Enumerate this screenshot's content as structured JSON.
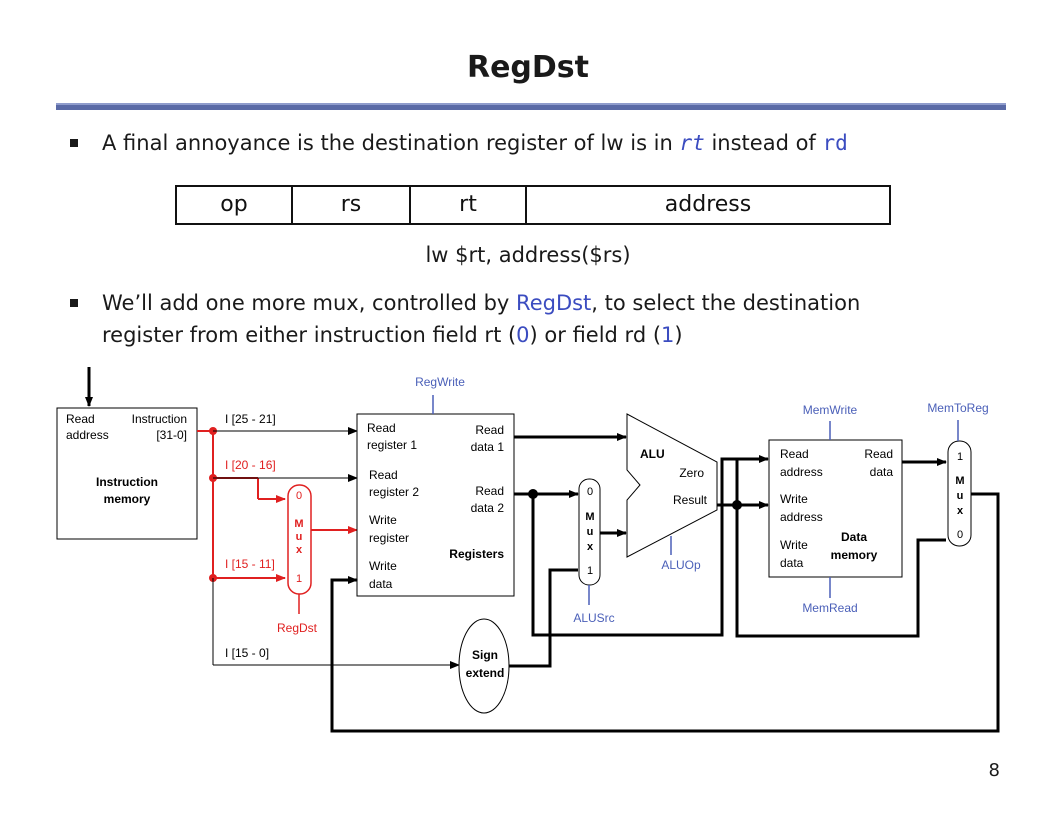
{
  "slide": {
    "title": "RegDst",
    "page_number": "8"
  },
  "bullet1": {
    "text_a": "A final annoyance is the destination register of lw is in ",
    "rt": "rt",
    "text_b": " instead of ",
    "rd": "rd"
  },
  "format": {
    "fields": [
      "op",
      "rs",
      "rt",
      "address"
    ],
    "caption": "lw $rt, address($rs)"
  },
  "bullet2": {
    "line1_a": "We’ll add one more mux, controlled by ",
    "regdst": "RegDst",
    "line1_b": ", to select the destination",
    "line2_a": "register from either instruction field rt (",
    "zero": "0",
    "line2_b": ") or field rd (",
    "one": "1",
    "line2_c": ")"
  },
  "diagram": {
    "instr_mem": {
      "read": "Read",
      "address": "address",
      "instruction": "Instruction",
      "bits": "[31-0]",
      "name1": "Instruction",
      "name2": "memory"
    },
    "fields": {
      "rs": "I [25 - 21]",
      "rt": "I [20 - 16]",
      "rd": "I [15 - 11]",
      "imm": "I [15 - 0]"
    },
    "regdst_mux": {
      "top": "0",
      "letters": [
        "M",
        "u",
        "x"
      ],
      "bottom": "1",
      "control": "RegDst"
    },
    "registers": {
      "control": "RegWrite",
      "read_reg1_a": "Read",
      "read_reg1_b": "register 1",
      "read_reg2_a": "Read",
      "read_reg2_b": "register 2",
      "write_reg_a": "Write",
      "write_reg_b": "register",
      "write_data_a": "Write",
      "write_data_b": "data",
      "read_data1_a": "Read",
      "read_data1_b": "data 1",
      "read_data2_a": "Read",
      "read_data2_b": "data 2",
      "name": "Registers"
    },
    "alusrc_mux": {
      "top": "0",
      "letters": [
        "M",
        "u",
        "x"
      ],
      "bottom": "1",
      "control": "ALUSrc"
    },
    "alu": {
      "name": "ALU",
      "zero": "Zero",
      "result": "Result",
      "control": "ALUOp"
    },
    "sign_extend": {
      "line1": "Sign",
      "line2": "extend"
    },
    "data_mem": {
      "write_control": "MemWrite",
      "read_control": "MemRead",
      "read_addr_a": "Read",
      "read_addr_b": "address",
      "write_addr_a": "Write",
      "write_addr_b": "address",
      "write_data_a": "Write",
      "write_data_b": "data",
      "read_data_a": "Read",
      "read_data_b": "data",
      "name1": "Data",
      "name2": "memory"
    },
    "memtoreg_mux": {
      "top": "1",
      "letters": [
        "M",
        "u",
        "x"
      ],
      "bottom": "0",
      "control": "MemToReg"
    },
    "colors": {
      "wire": "#000000",
      "highlight": "#e02020",
      "control": "#4a5fb8"
    }
  }
}
